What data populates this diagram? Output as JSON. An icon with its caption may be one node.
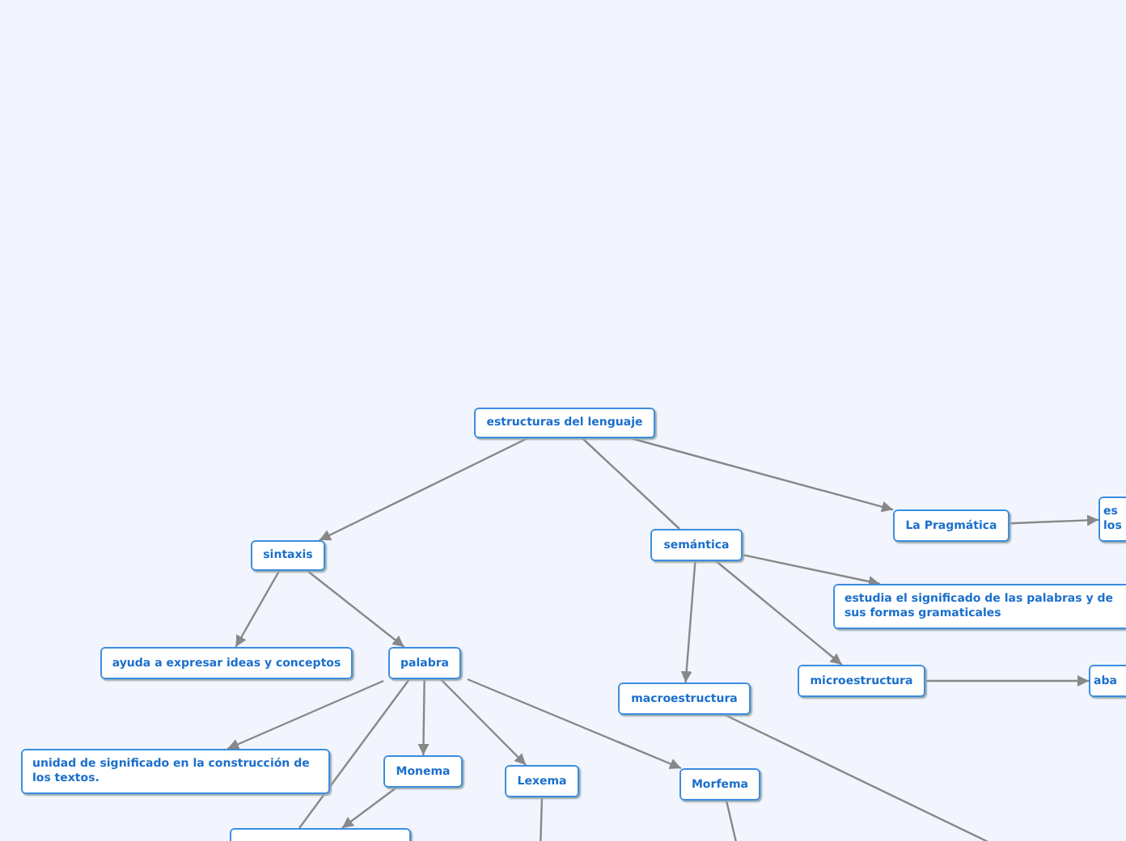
{
  "diagram": {
    "nodes": [
      {
        "text": [
          "estructuras del lenguaje"
        ]
      },
      {
        "text": [
          "sintaxis"
        ]
      },
      {
        "text": [
          "semántica"
        ]
      },
      {
        "text": [
          "La Pragmática"
        ]
      },
      {
        "text": [
          "es los"
        ]
      },
      {
        "text": [
          "estudia el significado de las palabras y de sus formas gramaticales"
        ]
      },
      {
        "text": [
          "ayuda a expresar ideas y conceptos"
        ]
      },
      {
        "text": [
          "palabra"
        ]
      },
      {
        "text": [
          "microestructura"
        ]
      },
      {
        "text": [
          "aba"
        ]
      },
      {
        "text": [
          "macroestructura"
        ]
      },
      {
        "text": [
          "unidad de significado en la construcción de los textos."
        ]
      },
      {
        "text": [
          "Monema"
        ]
      },
      {
        "text": [
          "Lexema"
        ]
      },
      {
        "text": [
          "Morfema"
        ]
      },
      {
        "text": [],
        "shape": "box"
      }
    ],
    "edges": [
      {
        "from": 0,
        "to": 1,
        "arrow": "to"
      },
      {
        "from": 0,
        "to": 2,
        "arrow": "none"
      },
      {
        "from": 0,
        "to": 3,
        "arrow": "to"
      },
      {
        "from": 3,
        "to": 4,
        "arrow": "to"
      },
      {
        "from": 2,
        "to": 5,
        "arrow": "to"
      },
      {
        "from": 2,
        "to": 10,
        "arrow": "to"
      },
      {
        "from": 2,
        "to": 8,
        "arrow": "to"
      },
      {
        "from": 8,
        "to": 9,
        "arrow": "to"
      },
      {
        "from": 1,
        "to": 6,
        "arrow": "to"
      },
      {
        "from": 1,
        "to": 7,
        "arrow": "to"
      },
      {
        "from": 7,
        "to": 11,
        "arrow": "to"
      },
      {
        "from": 7,
        "to": 15,
        "arrow": "none"
      },
      {
        "from": 7,
        "to": 12,
        "arrow": "to"
      },
      {
        "from": 7,
        "to": 13,
        "arrow": "to"
      },
      {
        "from": 7,
        "to": 14,
        "arrow": "to"
      },
      {
        "from": 12,
        "to": 15,
        "arrow": "to"
      },
      {
        "from": 13,
        "to": null,
        "arrow": "none"
      },
      {
        "from": 14,
        "to": null,
        "arrow": "none"
      },
      {
        "from": 10,
        "to": null,
        "arrow": "none"
      }
    ]
  }
}
